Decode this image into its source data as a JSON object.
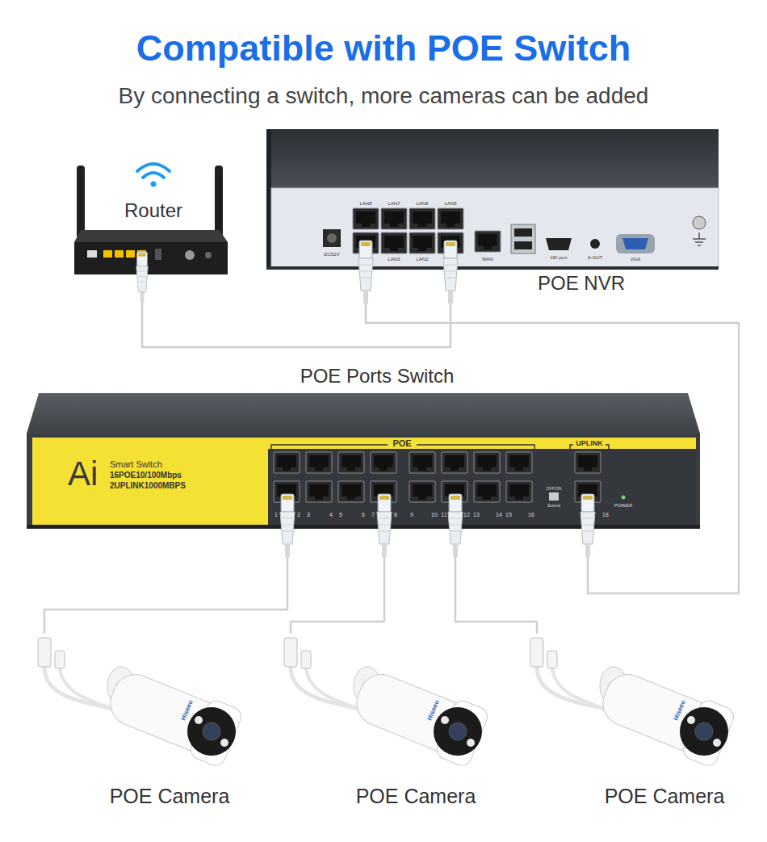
{
  "diagram": {
    "title": "Compatible with POE Switch",
    "caption": "By connecting a switch, more cameras can be added",
    "nodes": [
      {
        "text": [
          "Router"
        ]
      },
      {
        "text": [
          "POE NVR"
        ]
      },
      {
        "text": [
          "POE Ports Switch"
        ]
      },
      {
        "text": [
          "POE Camera"
        ]
      },
      {
        "text": [
          "POE Camera"
        ]
      },
      {
        "text": [
          "POE Camera"
        ]
      }
    ],
    "edges": [
      {
        "from": 0,
        "to": 1,
        "arrow": "none"
      },
      {
        "from": 1,
        "to": 2,
        "arrow": "none"
      },
      {
        "from": 2,
        "to": 3,
        "arrow": "none"
      },
      {
        "from": 2,
        "to": 4,
        "arrow": "none"
      },
      {
        "from": 2,
        "to": 5,
        "arrow": "none"
      }
    ],
    "labels": [
      "LAN8",
      "LAN7",
      "LAN6",
      "LAN5",
      "LAN3",
      "LAN2",
      "DC52V",
      "WAN",
      "HD port",
      "A-OUT",
      "VGA",
      "Ai",
      "Smart Switch",
      "16POE10/100Mbps",
      "2UPLINK1000MBPS",
      "POE",
      "UPLINK",
      "OFF/ON",
      "Extend",
      "POWER",
      "1",
      "2",
      "3",
      "4",
      "5",
      "6",
      "7",
      "8",
      "9",
      "10",
      "11",
      "12",
      "13",
      "14",
      "15",
      "16",
      "18",
      "Hiseeu",
      "Hiseeu",
      "Hiseeu"
    ]
  }
}
